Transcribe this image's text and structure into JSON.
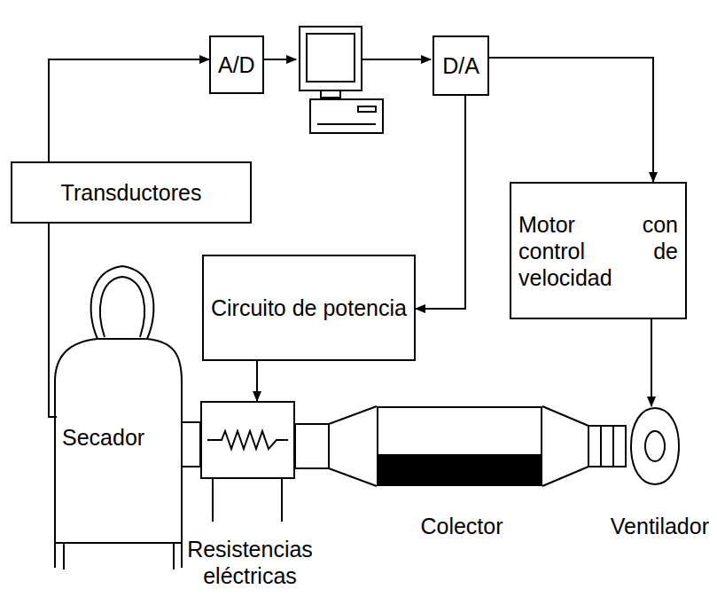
{
  "diagram": {
    "nodes": [
      {
        "text": [
          "A/D"
        ]
      },
      {
        "text": [
          "D/A"
        ]
      },
      {
        "text": [
          "Transductores"
        ]
      },
      {
        "text": [
          "Motor con control de velocidad"
        ]
      },
      {
        "text": [
          "Circuito de potencia"
        ]
      },
      {
        "text": [
          "Secador"
        ]
      },
      {
        "text": [
          "Resistencias eléctricas"
        ]
      },
      {
        "text": [
          "Colector"
        ]
      },
      {
        "text": [
          "Ventilador"
        ]
      }
    ],
    "edges": [
      {
        "from": 5,
        "to": 2,
        "arrow": "none"
      },
      {
        "from": 2,
        "to": 0,
        "arrow": "to"
      },
      {
        "from": 1,
        "to": 3,
        "arrow": "to"
      },
      {
        "from": 1,
        "to": 4,
        "arrow": "to"
      },
      {
        "from": 4,
        "to": 6,
        "arrow": "to"
      },
      {
        "from": 3,
        "to": 8,
        "arrow": "to"
      }
    ]
  }
}
